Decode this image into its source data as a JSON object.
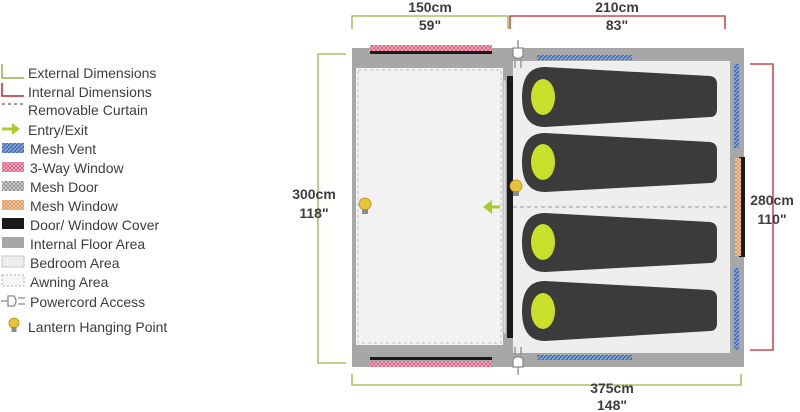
{
  "legend": {
    "items": [
      {
        "key": "external",
        "label": "External Dimensions"
      },
      {
        "key": "internal",
        "label": "Internal Dimensions"
      },
      {
        "key": "curtain",
        "label": "Removable Curtain"
      },
      {
        "key": "entry",
        "label": "Entry/Exit"
      },
      {
        "key": "vent",
        "label": "Mesh Vent"
      },
      {
        "key": "window3",
        "label": "3-Way Window"
      },
      {
        "key": "meshdoor",
        "label": "Mesh Door"
      },
      {
        "key": "meshwindow",
        "label": "Mesh Window"
      },
      {
        "key": "cover",
        "label": "Door/ Window Cover"
      },
      {
        "key": "floor",
        "label": "Internal Floor Area"
      },
      {
        "key": "bedroom",
        "label": "Bedroom Area"
      },
      {
        "key": "awning",
        "label": "Awning Area"
      },
      {
        "key": "power",
        "label": "Powercord Access"
      },
      {
        "key": "lantern",
        "label": "Lantern Hanging Point"
      }
    ]
  },
  "dimensions": {
    "top_left": {
      "cm": "150cm",
      "in": "59\""
    },
    "top_right": {
      "cm": "210cm",
      "in": "83\""
    },
    "left": {
      "cm": "300cm",
      "in": "118\""
    },
    "right": {
      "cm": "280cm",
      "in": "110\""
    },
    "bottom": {
      "cm": "375cm",
      "in": "148\""
    }
  },
  "colors": {
    "external": "#9bb04a",
    "internal": "#c0232f",
    "floor": "#a7a7a7",
    "bedroom": "#eeeeee",
    "awning": "#f2f2f2",
    "bag": "#3b3b3b",
    "pillow": "#c9e02a",
    "vent": "#4a72b0",
    "window3": "#d65a7c",
    "meshwindow": "#d9925a",
    "cover": "#1a1a1a",
    "entry": "#a9cc2a",
    "lantern": "#e6c33a",
    "text": "#3d3d3d"
  }
}
